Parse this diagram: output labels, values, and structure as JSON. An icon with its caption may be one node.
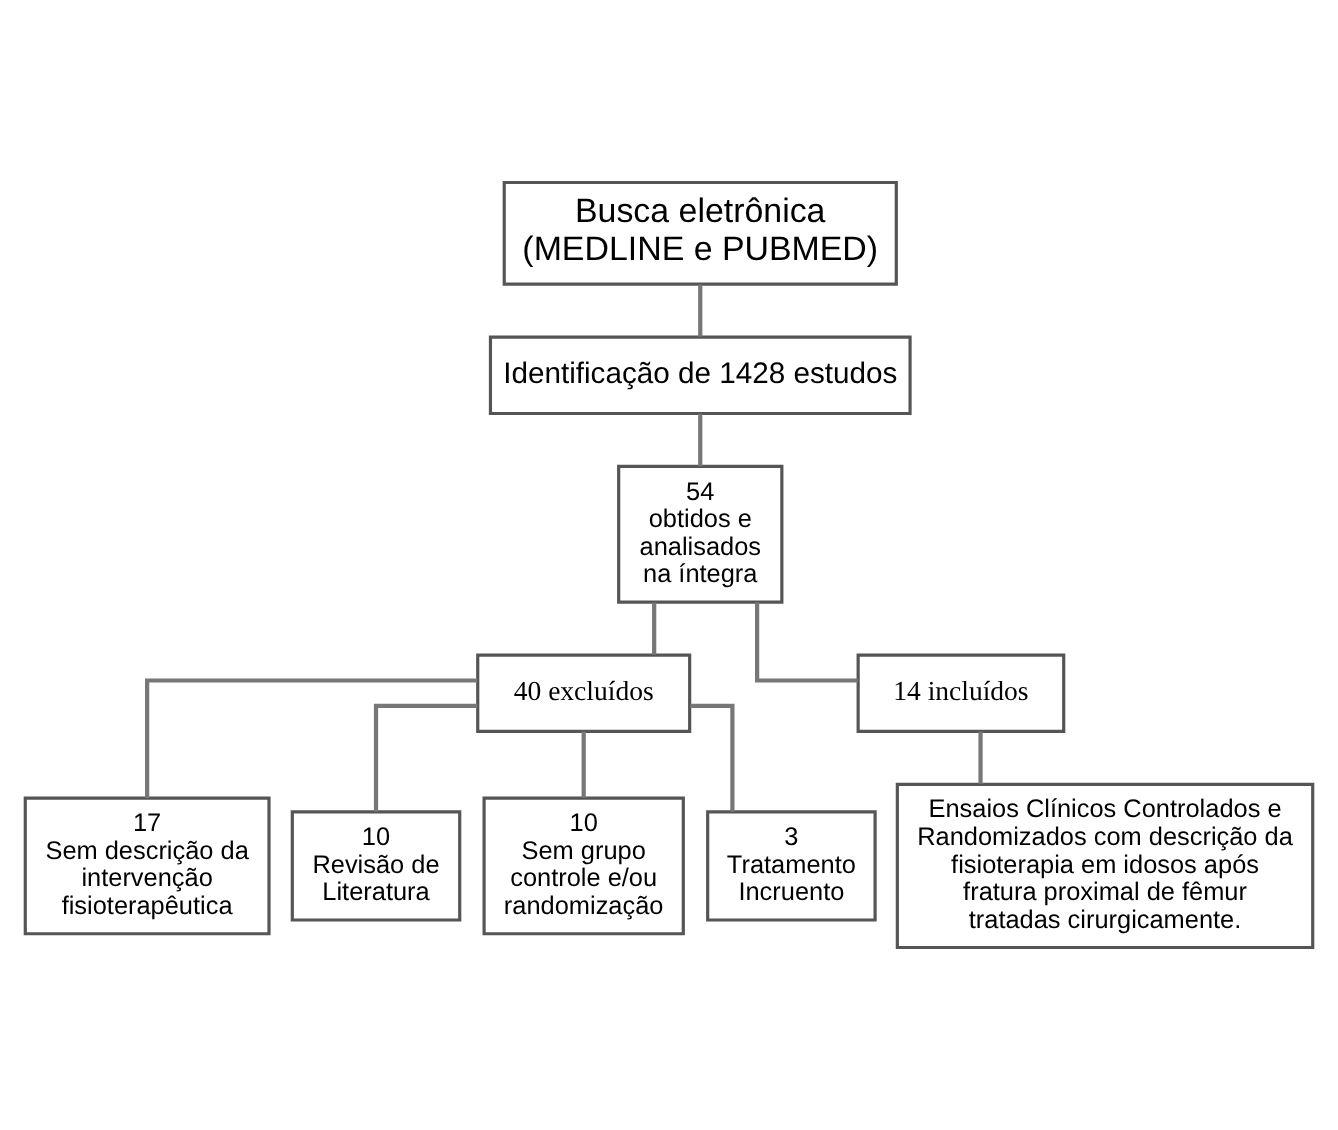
{
  "diagram": {
    "nodes": [
      {
        "text": [
          "Busca eletrônica",
          "(MEDLINE e PUBMED)"
        ]
      },
      {
        "text": [
          "Identificação de 1428 estudos"
        ]
      },
      {
        "text": [
          "54",
          "obtidos e analisados na íntegra"
        ]
      },
      {
        "text": [
          "40 excluídos"
        ]
      },
      {
        "text": [
          "14 incluídos"
        ]
      },
      {
        "text": [
          "17",
          "Sem descrição da intervenção fisioterapêutica"
        ]
      },
      {
        "text": [
          "10",
          "Revisão de Literatura"
        ]
      },
      {
        "text": [
          "10",
          "Sem grupo controle e/ou randomização"
        ]
      },
      {
        "text": [
          "3",
          "Tratamento Incruento"
        ]
      },
      {
        "text": [
          "Ensaios Clínicos Controlados e Randomizados com descrição da fisioterapia em idosos após fratura proximal de fêmur tratadas cirurgicamente."
        ]
      }
    ],
    "edges": [
      {
        "from": 0,
        "to": 1,
        "arrow": "none"
      },
      {
        "from": 1,
        "to": 2,
        "arrow": "none"
      },
      {
        "from": 2,
        "to": 3,
        "arrow": "none"
      },
      {
        "from": 2,
        "to": 4,
        "arrow": "none"
      },
      {
        "from": 3,
        "to": 5,
        "arrow": "none"
      },
      {
        "from": 3,
        "to": 6,
        "arrow": "none"
      },
      {
        "from": 3,
        "to": 7,
        "arrow": "none"
      },
      {
        "from": 3,
        "to": 8,
        "arrow": "none"
      },
      {
        "from": 4,
        "to": 9,
        "arrow": "none"
      }
    ]
  }
}
